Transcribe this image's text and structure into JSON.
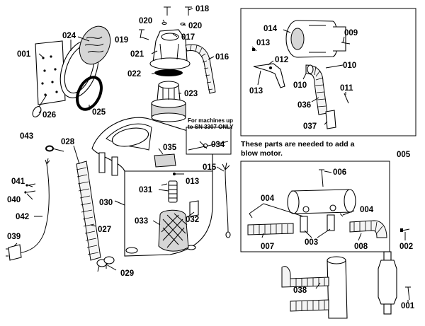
{
  "labels": {
    "p001a": "001",
    "p001b": "001",
    "p002": "002",
    "p003": "003",
    "p004a": "004",
    "p004b": "004",
    "p005": "005",
    "p006": "006",
    "p007": "007",
    "p008": "008",
    "p009": "009",
    "p010a": "010",
    "p010b": "010",
    "p011": "011",
    "p012": "012",
    "p013a": "013",
    "p013b": "013",
    "p013c": "013",
    "p014": "014",
    "p015": "015",
    "p016": "016",
    "p017": "017",
    "p018": "018",
    "p019": "019",
    "p020a": "020",
    "p020b": "020",
    "p021": "021",
    "p022": "022",
    "p023": "023",
    "p024": "024",
    "p025": "025",
    "p026": "026",
    "p027": "027",
    "p028": "028",
    "p029": "029",
    "p030": "030",
    "p031": "031",
    "p032": "032",
    "p033": "033",
    "p034": "034",
    "p035": "035",
    "p036": "036",
    "p037": "037",
    "p038": "038",
    "p039": "039",
    "p040": "040",
    "p041": "041",
    "p042": "042",
    "p043": "043"
  },
  "notes": {
    "sn_line1": "For machines up",
    "sn_line2": "to SN 3307 ONLY",
    "blow_line1": "These parts are needed  to add a",
    "blow_line2": "blow motor."
  }
}
